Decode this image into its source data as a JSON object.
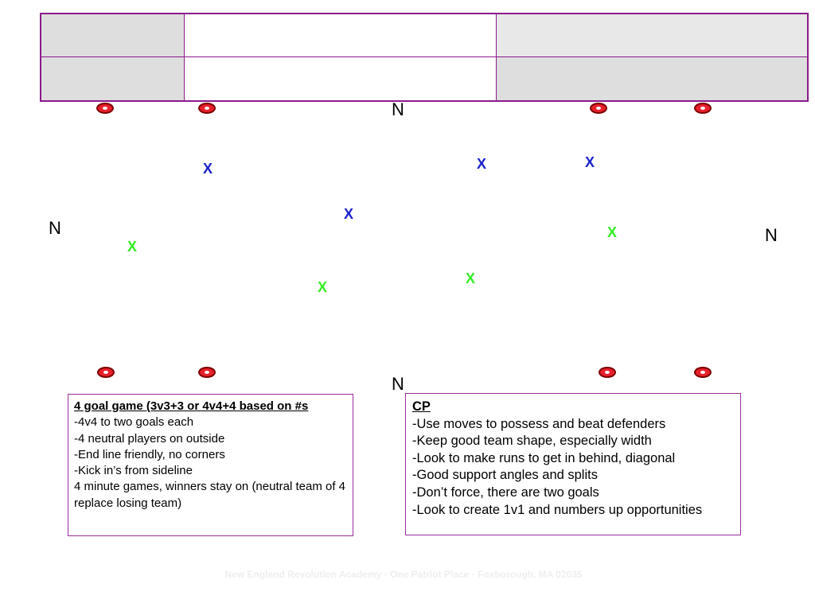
{
  "field": {
    "neutral_label": "N",
    "player_label": "X"
  },
  "colors": {
    "team_a": "#1c22cc",
    "team_b": "#33ee22",
    "cone": "#e8202a",
    "border": "#8b1a8b"
  },
  "box_left": {
    "heading": "4 goal game (3v3+3 or 4v4+4 based on #s",
    "lines": [
      "-4v4 to two goals each",
      "-4 neutral players on outside",
      "-End line friendly, no corners",
      "-Kick in’s from sideline",
      "4 minute games, winners stay on (neutral team of 4 replace losing team)"
    ]
  },
  "box_right": {
    "heading": "CP",
    "lines": [
      "-Use moves to possess and beat defenders",
      "-Keep good team shape, especially width",
      "-Look to make runs to get in behind, diagonal",
      "-Good support angles and splits",
      "-Don’t force, there are two goals",
      "-Look to create 1v1 and numbers up opportunities"
    ]
  },
  "footer": "New England Revolution Academy · One Patriot Place · Foxborough, MA 02035"
}
